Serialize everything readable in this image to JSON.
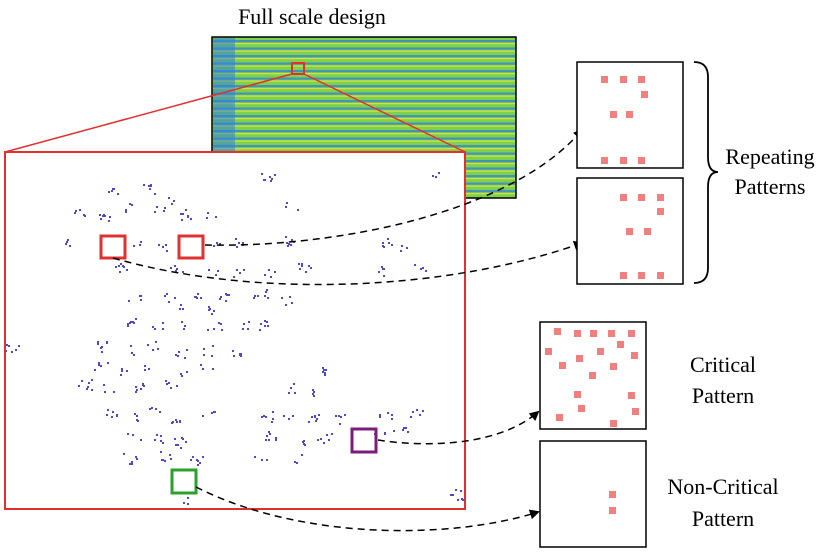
{
  "title": "Full scale design",
  "labels": {
    "repeating_line1": "Repeating",
    "repeating_line2": "Patterns",
    "critical_line1": "Critical",
    "critical_line2": "Pattern",
    "noncritical_line1": "Non-Critical",
    "noncritical_line2": "Pattern"
  },
  "colors": {
    "zoom_frame": "#e03030",
    "repeat_highlight": "#e03030",
    "critical_highlight": "#7a1e7a",
    "noncritical_highlight": "#2aa12a",
    "via": "#f08080",
    "layout_dots": "#4a4ad0",
    "design_green": "#7fd14a",
    "design_blue": "#2f7fe0",
    "design_yellow": "#e8e44a"
  },
  "icons": {
    "arrow": "dashed-curved-arrow-icon",
    "bracket": "curly-brace-icon"
  }
}
